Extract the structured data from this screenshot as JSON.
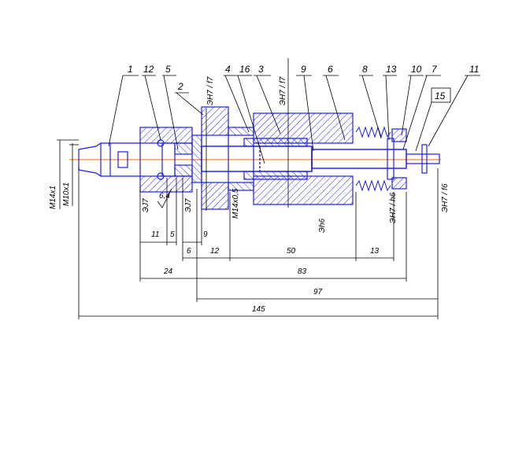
{
  "part_numbers": [
    "1",
    "12",
    "5",
    "2",
    "4",
    "16",
    "3",
    "9",
    "6",
    "8",
    "13",
    "10",
    "7",
    "11",
    "15"
  ],
  "dimensions": {
    "d11": "11",
    "d5": "5",
    "d9": "9",
    "d6": "6",
    "d12": "12",
    "d50": "50",
    "d13": "13",
    "d24": "24",
    "d83": "83",
    "d97": "97",
    "d145": "145"
  },
  "threads": {
    "m14x1": "M14x1",
    "m10x1": "M10x1",
    "m14x05": "M14x0,5"
  },
  "fits": {
    "top_left": "ЭН7 / f7",
    "top_mid": "ЭН7 / f7",
    "lower_left": "ЭJ7",
    "lower_mid": "ЭJ7",
    "shaft": "Эh6",
    "spring_side": "ЭН7 / h6",
    "right_end": "ЭН7 / f6"
  },
  "annotations": {
    "roughness": "6,4"
  },
  "colors": {
    "outline": "#1a1aff",
    "hatch": "#1a1aff",
    "axis": "#ff6600",
    "leader": "#000000"
  }
}
